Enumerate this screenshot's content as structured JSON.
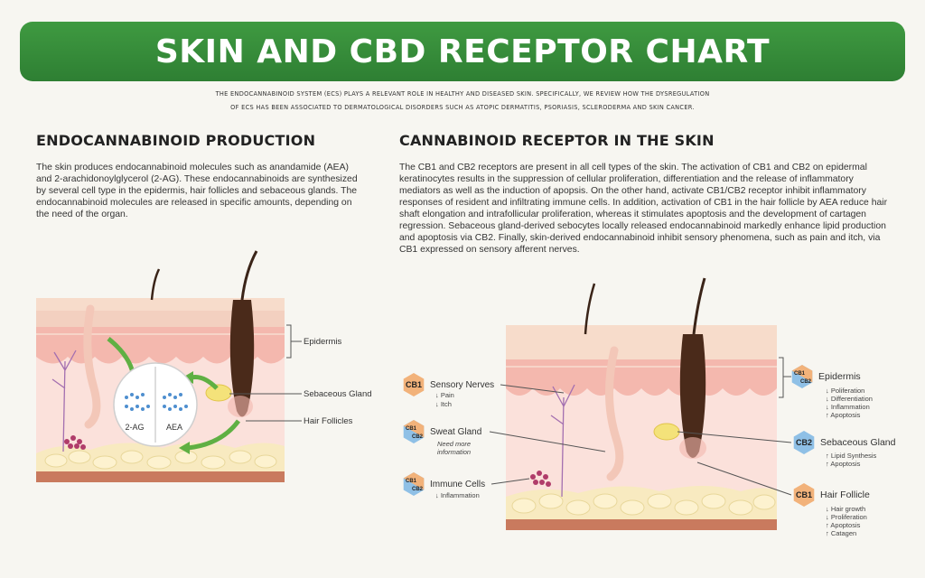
{
  "title": "SKIN AND CBD RECEPTOR CHART",
  "subtitle_line1": "THE ENDOCANNABINOID SYSTEM (ECS) PLAYS A RELEVANT ROLE IN HEALTHY AND DISEASED SKIN. SPECIFICALLY, WE REVIEW HOW THE DYSREGULATION",
  "subtitle_line2": "OF ECS HAS BEEN ASSOCIATED TO DERMATOLOGICAL DISORDERS SUCH AS ATOPIC DERMATITIS, PSORIASIS, SCLERODERMA AND SKIN CANCER.",
  "left": {
    "heading": "ENDOCANNABINOID PRODUCTION",
    "body": "The skin produces endocannabinoid molecules such as anandamide (AEA) and 2-arachidonoylglycerol (2-AG). These endocannabinoids are synthesized by several cell type in the epidermis, hair follicles and sebaceous glands. The endocannabinoid molecules are released in specific amounts, depending on the need of the organ.",
    "labels": {
      "epidermis": "Epidermis",
      "sebaceous": "Sebaceous Gland",
      "follicles": "Hair Follicles",
      "mol_2ag": "2-AG",
      "mol_aea": "AEA"
    }
  },
  "right": {
    "heading": "CANNABINOID RECEPTOR IN THE SKIN",
    "body": "The CB1 and CB2 receptors are present in all cell types of the skin. The activation of CB1 and CB2 on epidermal keratinocytes results in the suppression of cellular proliferation, differentiation and the release of inflammatory mediators as well as the induction of apopsis. On the other hand, activate CB1/CB2 receptor inhibit inflammatory responses of resident and infiltrating immune cells. In addition, activation of CB1 in the hair follicle by AEA reduce hair shaft elongation and intrafollicular proliferation, whereas it stimulates apoptosis and the development of cartagen regression. Sebaceous gland-derived sebocytes locally released endocannabinoid markedly enhance lipid production and apoptosis via CB2. Finally, skin-derived endocannabinoid inhibit sensory phenomena, such as pain and itch, via CB1 expressed on sensory afferent nerves.",
    "receptors": {
      "cb1": "CB1",
      "cb2": "CB2"
    },
    "sensory": {
      "title": "Sensory Nerves",
      "items": [
        "↓ Pain",
        "↓ Itch"
      ]
    },
    "sweat": {
      "title": "Sweat Gland",
      "note1": "Need more",
      "note2": "information"
    },
    "immune": {
      "title": "Immune Cells",
      "items": [
        "↓ Inflammation"
      ]
    },
    "epidermis": {
      "title": "Epidermis",
      "items": [
        "↓ Poliferation",
        "↓ Differentiation",
        "↓ Inflammation",
        "↑ Apoptosis"
      ]
    },
    "sebaceous": {
      "title": "Sebaceous Gland",
      "items": [
        "↑ Lipid Synthesis",
        "↑ Apoptosis"
      ]
    },
    "follicle": {
      "title": "Hair Follicle",
      "items": [
        "↓ Hair growth",
        "↓ Proliferation",
        "↑ Apoptosis",
        "↑ Catagen"
      ]
    }
  },
  "colors": {
    "banner": "#2e7f33",
    "cb1_orange": "#f2b27a",
    "cb2_blue": "#8fc0e6",
    "arrow_green": "#5fb043"
  }
}
